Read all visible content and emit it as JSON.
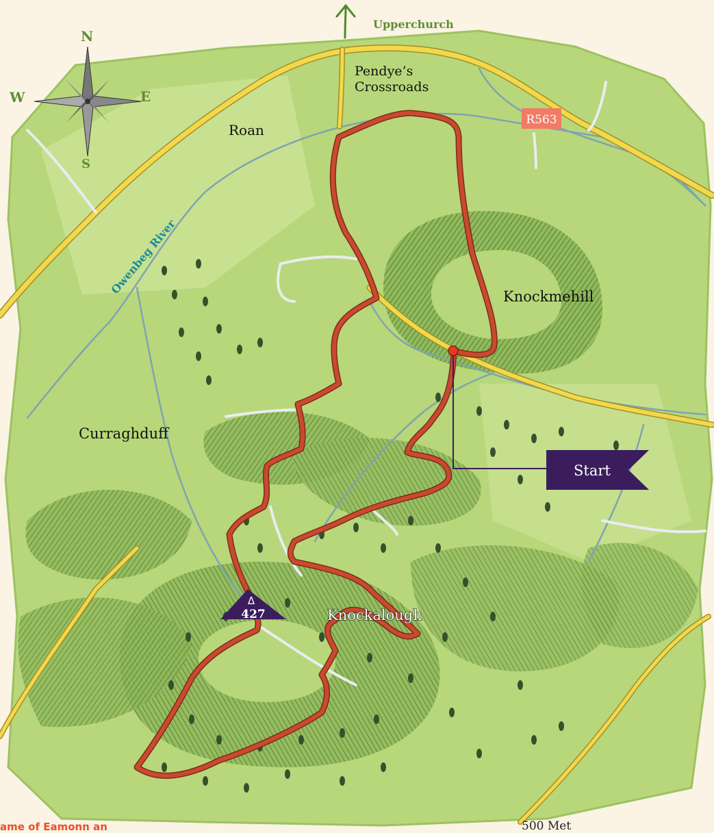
{
  "colors": {
    "paper": "#fbf3e4",
    "land": "#b7d77a",
    "land_light": "#cfe59a",
    "hill": "#6f9a43",
    "tree": "#35502a",
    "road": "#f2d94c",
    "road_edge": "#a58d2a",
    "river": "#7fa4b0",
    "track": "#e9ecef",
    "route": "#c94a2f",
    "route_edge": "#7e2b19",
    "flag": "#3b1d5e",
    "r_badge": "#f17b66",
    "arrow": "#4d8b2b",
    "start_dot": "#e23b24",
    "upper_label": "#5f8d35",
    "credit": "#e9502a"
  },
  "compass": {
    "north": "N",
    "south": "S",
    "east": "E",
    "west": "W"
  },
  "places": {
    "upperchurch": "Upperchurch",
    "crossroads_line1": "Pendye’s",
    "crossroads_line2": "Crossroads",
    "roan": "Roan",
    "knockmehill": "Knockmehill",
    "curraghduff": "Curraghduff",
    "knockalough": "Knockalough"
  },
  "road_badge": "R563",
  "river_label": "Owenbeg River",
  "start_label": "Start",
  "summit": {
    "symbol": "Δ",
    "height": "427"
  },
  "credit_text": "ame of Eamonn an",
  "scale_text": "500 Met"
}
